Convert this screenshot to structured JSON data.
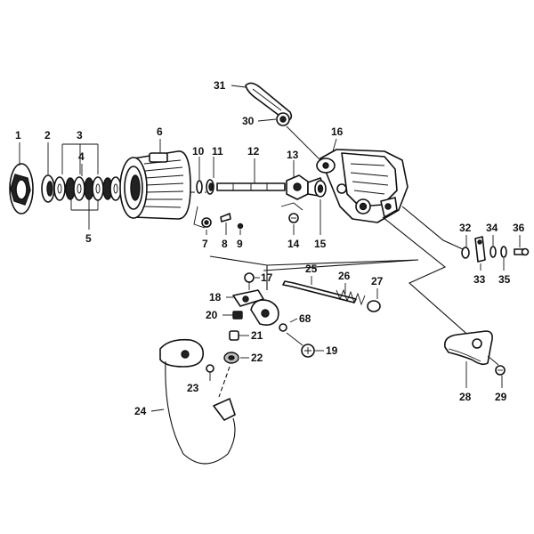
{
  "parts": {
    "p1": "1",
    "p2": "2",
    "p3": "3",
    "p4": "4",
    "p5": "5",
    "p6": "6",
    "p7": "7",
    "p8": "8",
    "p9": "9",
    "p10": "10",
    "p11": "11",
    "p12": "12",
    "p13": "13",
    "p14": "14",
    "p15": "15",
    "p16": "16",
    "p17": "17",
    "p18": "18",
    "p19": "19",
    "p20": "20",
    "p21": "21",
    "p22": "22",
    "p23": "23",
    "p24": "24",
    "p25": "25",
    "p26": "26",
    "p27": "27",
    "p28": "28",
    "p29": "29",
    "p30": "30",
    "p31": "31",
    "p32": "32",
    "p33": "33",
    "p34": "34",
    "p35": "35",
    "p36": "36",
    "p68": "68"
  }
}
